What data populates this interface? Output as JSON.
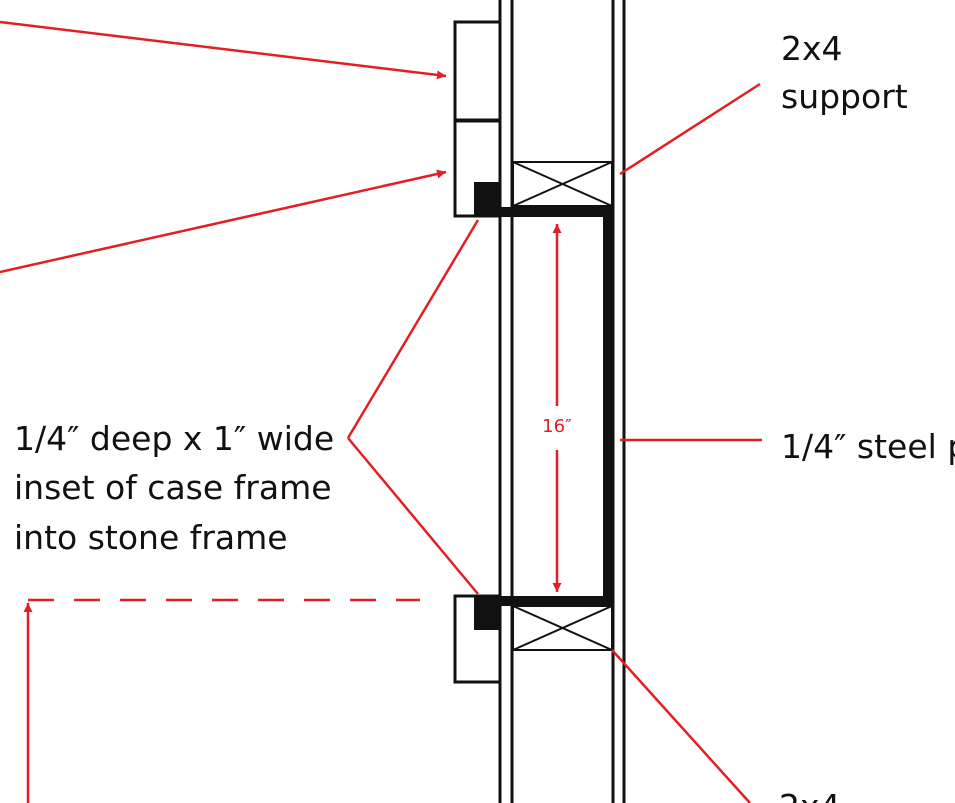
{
  "labels": {
    "support_top_line1": "2x4",
    "support_top_line2": "support",
    "inset_line1": "1/4″ deep x 1″ wide",
    "inset_line2": "inset of case frame",
    "inset_line3": "into stone frame",
    "steel_plate": "1/4″ steel p",
    "dimension": "16″",
    "support_bottom_partial": "2x4"
  },
  "colors": {
    "annotation_red": "#e31e24",
    "linework": "#111111",
    "background": "#ffffff"
  }
}
